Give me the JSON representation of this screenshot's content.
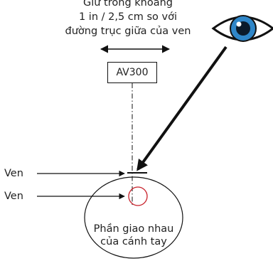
{
  "caption": {
    "line1": "Giữ trong khoảng",
    "line2": "1 in / 2,5 cm so với",
    "line3": "đường trục giữa của ven"
  },
  "device": {
    "label": "AV300"
  },
  "veins": {
    "upper_label": "Ven",
    "lower_label": "Ven"
  },
  "arm": {
    "line1": "Phần giao nhau",
    "line2": "của cánh tay"
  },
  "colors": {
    "ink": "#111111",
    "vein_circle": "#c8202a",
    "iris": "#2f86c8",
    "pupil": "#0b1a2a"
  },
  "icons": {
    "eye": "eye-icon"
  }
}
